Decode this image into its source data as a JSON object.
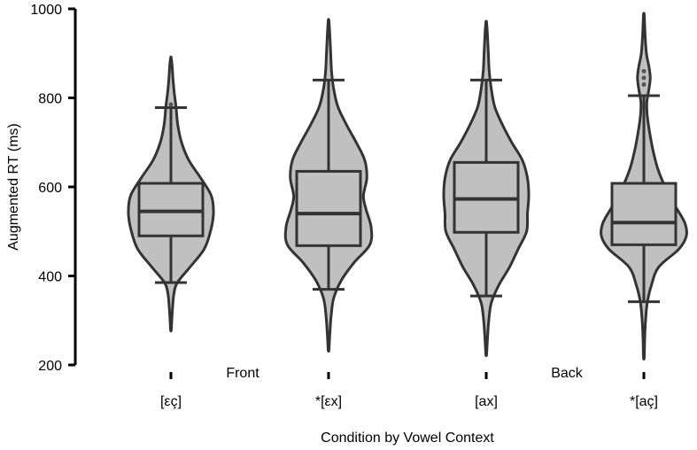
{
  "chart_data": {
    "type": "violin",
    "xlabel": "Condition by Vowel Context",
    "ylabel": "Augmented RT (ms)",
    "ylim": [
      200,
      1000
    ],
    "yticks": [
      200,
      400,
      600,
      800,
      1000
    ],
    "group_labels": [
      "Front",
      "Back"
    ],
    "categories": [
      "[εç]",
      "*[εx]",
      "[ax]",
      "*[aç]"
    ],
    "colors": {
      "fill": "#c0c0c0",
      "stroke": "#333333",
      "axis": "#000000"
    },
    "series": [
      {
        "category": "[εç]",
        "whisker_low": 385,
        "q1": 490,
        "median": 545,
        "q3": 608,
        "whisker_high": 778,
        "outliers": [
          785
        ],
        "density": [
          [
            280,
            0.01
          ],
          [
            300,
            0.02
          ],
          [
            330,
            0.04
          ],
          [
            360,
            0.07
          ],
          [
            385,
            0.15
          ],
          [
            420,
            0.45
          ],
          [
            460,
            0.78
          ],
          [
            500,
            0.93
          ],
          [
            540,
            1.0
          ],
          [
            580,
            0.95
          ],
          [
            620,
            0.7
          ],
          [
            660,
            0.42
          ],
          [
            700,
            0.25
          ],
          [
            740,
            0.16
          ],
          [
            780,
            0.12
          ],
          [
            810,
            0.08
          ],
          [
            840,
            0.05
          ],
          [
            870,
            0.03
          ],
          [
            888,
            0.01
          ]
        ]
      },
      {
        "category": "*[εx]",
        "whisker_low": 370,
        "q1": 468,
        "median": 540,
        "q3": 635,
        "whisker_high": 840,
        "outliers": [],
        "density": [
          [
            235,
            0.01
          ],
          [
            270,
            0.03
          ],
          [
            310,
            0.06
          ],
          [
            350,
            0.12
          ],
          [
            390,
            0.3
          ],
          [
            430,
            0.6
          ],
          [
            470,
            0.97
          ],
          [
            510,
            1.0
          ],
          [
            550,
            0.88
          ],
          [
            580,
            0.82
          ],
          [
            620,
            0.9
          ],
          [
            660,
            0.85
          ],
          [
            700,
            0.65
          ],
          [
            740,
            0.42
          ],
          [
            780,
            0.22
          ],
          [
            820,
            0.12
          ],
          [
            860,
            0.07
          ],
          [
            900,
            0.05
          ],
          [
            940,
            0.03
          ],
          [
            972,
            0.01
          ]
        ]
      },
      {
        "category": "[ax]",
        "whisker_low": 355,
        "q1": 498,
        "median": 573,
        "q3": 655,
        "whisker_high": 840,
        "outliers": [],
        "density": [
          [
            225,
            0.01
          ],
          [
            260,
            0.03
          ],
          [
            300,
            0.06
          ],
          [
            340,
            0.12
          ],
          [
            380,
            0.3
          ],
          [
            420,
            0.55
          ],
          [
            460,
            0.75
          ],
          [
            500,
            0.95
          ],
          [
            540,
            0.97
          ],
          [
            580,
            1.0
          ],
          [
            620,
            0.97
          ],
          [
            660,
            0.85
          ],
          [
            700,
            0.6
          ],
          [
            740,
            0.38
          ],
          [
            780,
            0.2
          ],
          [
            820,
            0.12
          ],
          [
            860,
            0.07
          ],
          [
            900,
            0.05
          ],
          [
            940,
            0.03
          ],
          [
            968,
            0.01
          ]
        ]
      },
      {
        "category": "*[aç]",
        "whisker_low": 342,
        "q1": 470,
        "median": 520,
        "q3": 608,
        "whisker_high": 805,
        "outliers": [
          830,
          845,
          860
        ],
        "density": [
          [
            218,
            0.01
          ],
          [
            260,
            0.02
          ],
          [
            300,
            0.04
          ],
          [
            340,
            0.08
          ],
          [
            380,
            0.18
          ],
          [
            420,
            0.35
          ],
          [
            460,
            0.82
          ],
          [
            490,
            1.0
          ],
          [
            520,
            0.96
          ],
          [
            560,
            0.72
          ],
          [
            600,
            0.5
          ],
          [
            640,
            0.33
          ],
          [
            680,
            0.22
          ],
          [
            720,
            0.14
          ],
          [
            760,
            0.08
          ],
          [
            790,
            0.07
          ],
          [
            820,
            0.12
          ],
          [
            845,
            0.15
          ],
          [
            870,
            0.12
          ],
          [
            900,
            0.06
          ],
          [
            940,
            0.03
          ],
          [
            985,
            0.01
          ]
        ]
      }
    ]
  }
}
